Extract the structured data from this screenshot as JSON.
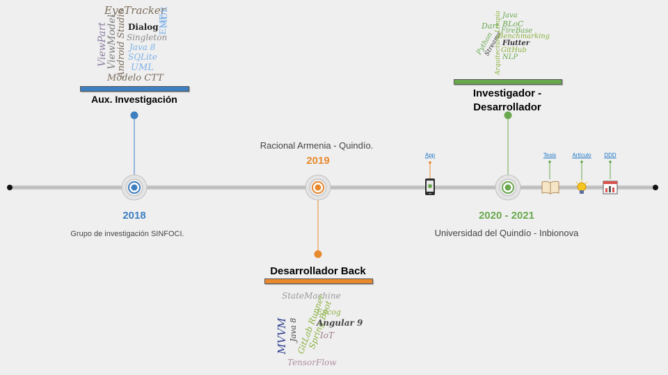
{
  "timeline": {
    "accent": {
      "blue": "#3d7fc1",
      "orange": "#e8892d",
      "green": "#6aa84f"
    },
    "milestones": [
      {
        "year": "2018",
        "place": "Grupo de investigación SINFOCI.",
        "role": "Aux. Investigación",
        "color": "#3d7fc1"
      },
      {
        "year": "2019",
        "place": "Racional Armenia - Quindío.",
        "role": "Desarrollador Back",
        "color": "#e8892d"
      },
      {
        "year": "2020 - 2021",
        "place": "Universidad del Quindío - Inbionova",
        "role_line1": "Investigador -",
        "role_line2": "Desarrollador",
        "color": "#6aa84f"
      }
    ],
    "links": [
      {
        "label": "App",
        "icon": "smartphone-icon"
      },
      {
        "label": "Tesis",
        "icon": "open-book-icon"
      },
      {
        "label": "Artículo",
        "icon": "lightbulb-icon"
      },
      {
        "label": "DDD",
        "icon": "chart-board-icon"
      }
    ]
  },
  "wordclouds": {
    "research": [
      "EyeTracker",
      "ViewPart",
      "ViewModel",
      "Android Studio",
      "Dialog",
      "Singleton",
      "Java 8",
      "SQLite",
      "UML",
      "EMF",
      "MDE",
      "Modelo CTT"
    ],
    "backend": [
      "StateMachine",
      "MVVM",
      "Java 8",
      "GitLab Runner",
      "Spring Boot",
      "Encog",
      "Angular 9",
      "IoT",
      "TensorFlow"
    ],
    "developer": [
      "Python",
      "Dart",
      "Streams",
      "Arquitectura Limpia",
      "Java",
      "BLoC",
      "FireBase",
      "Benchmarking",
      "Flutter",
      "GitHub",
      "NLP"
    ]
  }
}
